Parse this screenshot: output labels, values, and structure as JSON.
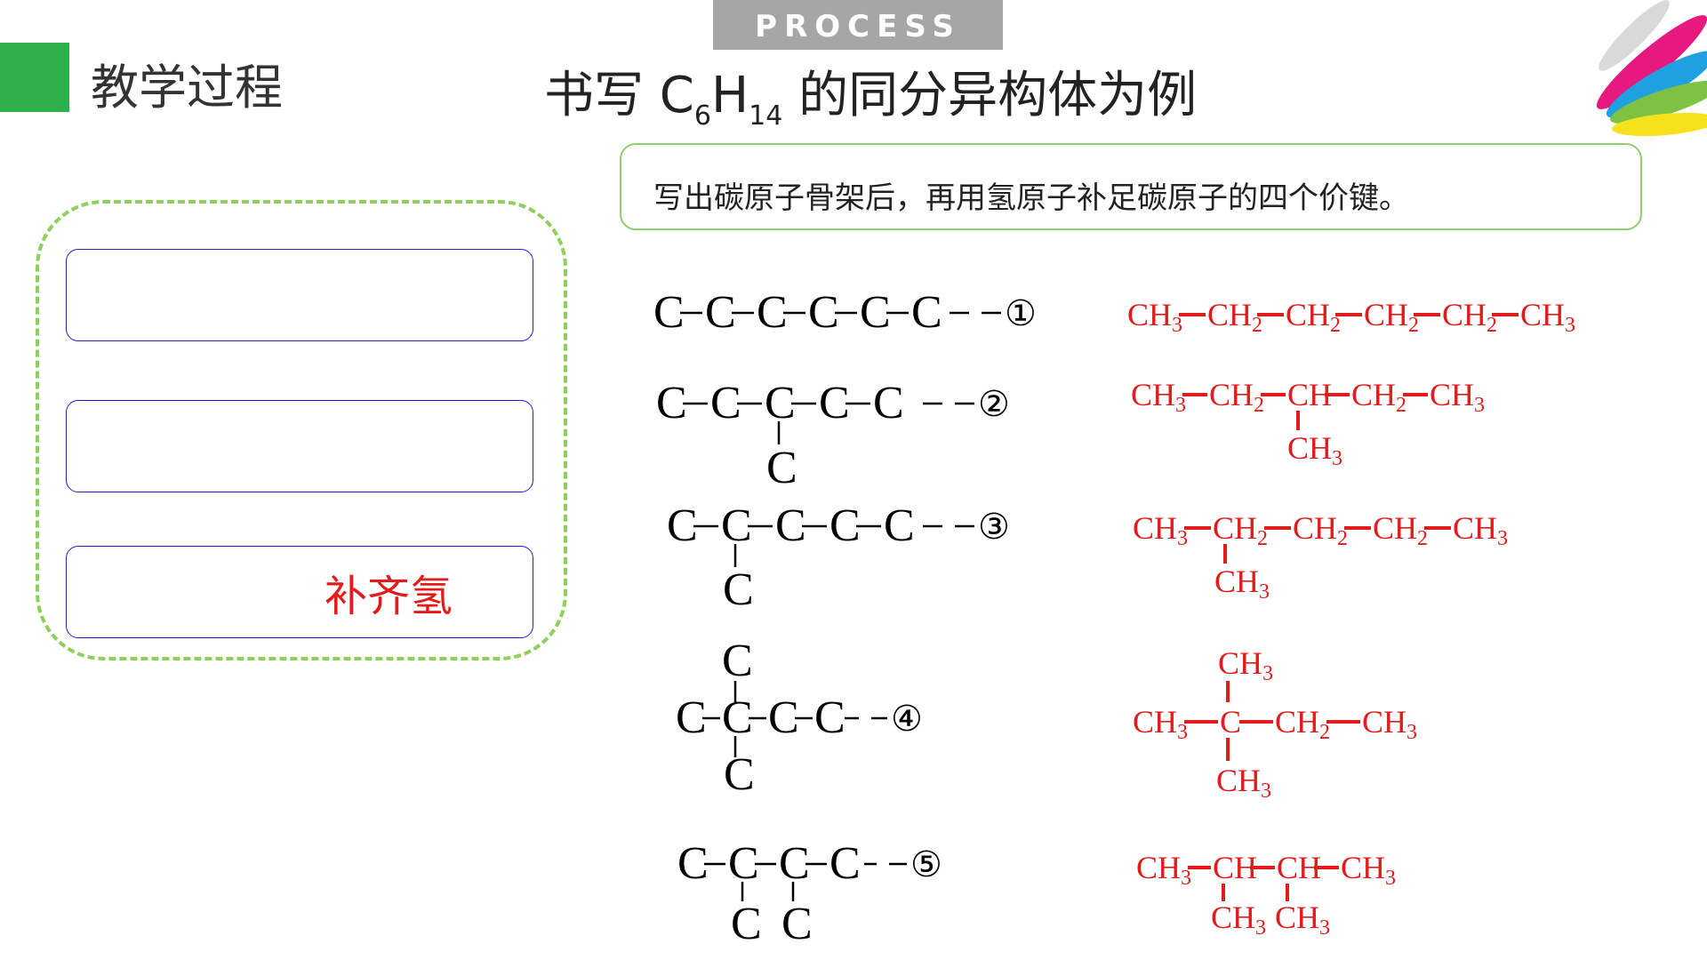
{
  "header": {
    "tab_label": "PROCESS",
    "section_title": "教学过程",
    "title_prefix": "书写 C",
    "title_sub1": "6",
    "title_mid": "H",
    "title_sub2": "14",
    "title_suffix": " 的同分异构体为例"
  },
  "hint": {
    "text": "写出碳原子骨架后，再用氢原子补足碳原子的四个价键。"
  },
  "steps": [
    {
      "label": ""
    },
    {
      "label": ""
    },
    {
      "label": "补齐氢"
    }
  ],
  "skeletons": {
    "atom": "C",
    "markers": [
      "①",
      "②",
      "③",
      "④",
      "⑤"
    ]
  },
  "formula_groups": {
    "ch3": "CH",
    "ch2": "CH",
    "ch": "CH",
    "c": "C",
    "sub3": "3",
    "sub2": "2"
  },
  "colors": {
    "accent_green": "#2fb04a",
    "dashed_border": "#8fd05a",
    "box_border": "#1f1fd0",
    "formula_red": "#e21b1b",
    "tab_gray": "#a6a6a6"
  }
}
